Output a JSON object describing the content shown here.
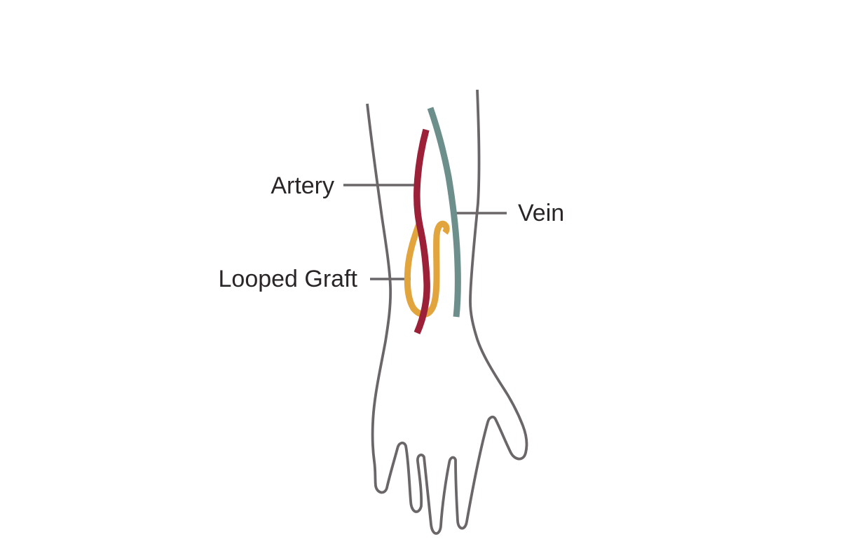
{
  "figure": {
    "labels": {
      "artery": "Artery",
      "vein": "Vein",
      "looped_graft": "Looped Graft"
    },
    "colors": {
      "artery": "#9c2138",
      "vein": "#6d8f8b",
      "graft": "#e2a43c",
      "arm_outline": "#6a6669",
      "leader_line": "#6a6669",
      "label_text": "#2a2627",
      "background": "#ffffff"
    }
  }
}
